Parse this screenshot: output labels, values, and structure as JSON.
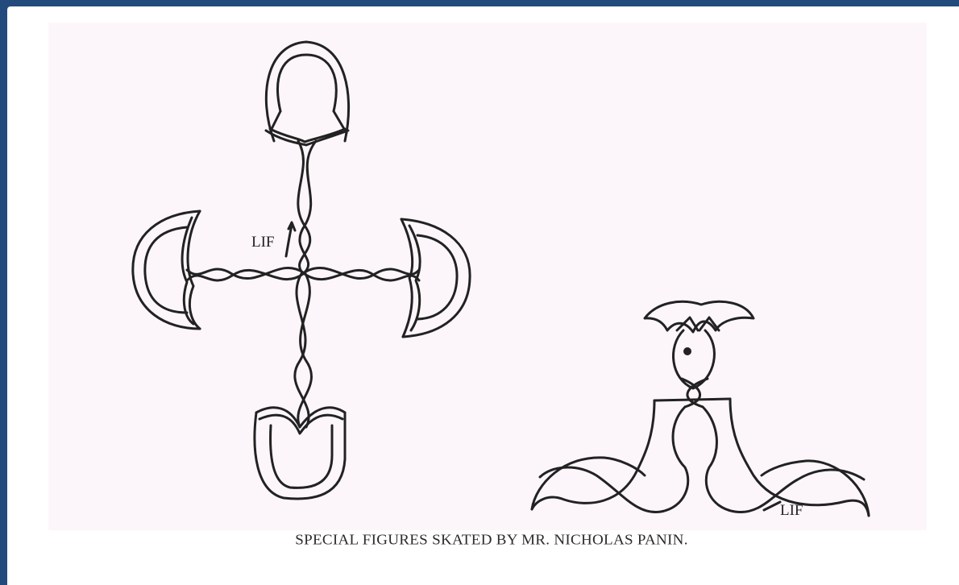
{
  "plate": {
    "caption": "SPECIAL FIGURES SKATED BY MR. NICHOLAS PANIN.",
    "label_left": "LIF",
    "label_right": "LIF"
  },
  "colors": {
    "border": "#234a7c",
    "paper": "#fcf6fa",
    "ink": "#222222"
  }
}
